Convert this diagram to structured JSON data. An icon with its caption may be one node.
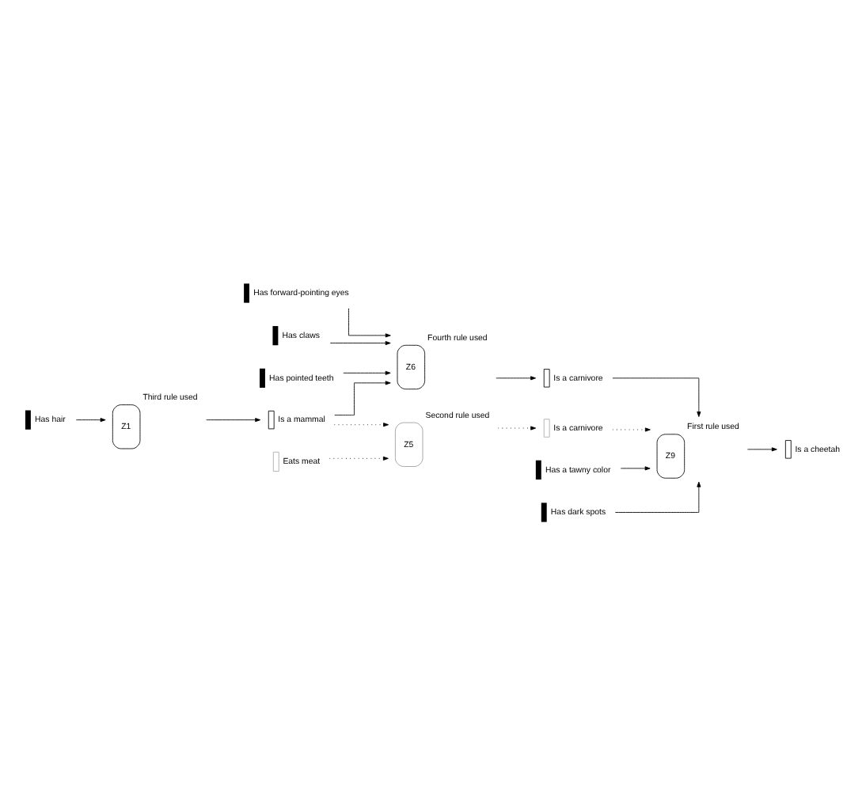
{
  "diagram": {
    "nodes": [
      {
        "text": [
          "Has forward-pointing eyes"
        ]
      },
      {
        "text": [
          "Has claws"
        ]
      },
      {
        "text": [
          "Has pointed teeth"
        ]
      },
      {
        "text": [
          "Has hair"
        ]
      },
      {
        "text": [
          "Z1"
        ],
        "beside": [
          "Third rule used"
        ]
      },
      {
        "text": [
          "Is a mammal"
        ]
      },
      {
        "text": [
          "Z6"
        ],
        "beside": [
          "Fourth rule used"
        ]
      },
      {
        "text": [
          "Is a carnivore"
        ]
      },
      {
        "text": [
          "Eats meat"
        ]
      },
      {
        "text": [
          "Z5"
        ],
        "beside": [
          "Second rule used"
        ]
      },
      {
        "text": [
          "Is a carnivore"
        ]
      },
      {
        "text": [
          "Has a tawny color"
        ]
      },
      {
        "text": [
          "Has dark spots"
        ]
      },
      {
        "text": [
          "Z9"
        ],
        "beside": [
          "First rule used"
        ]
      },
      {
        "text": [
          "Is a cheetah"
        ]
      }
    ],
    "edges": [
      {
        "from": 0,
        "to": 6,
        "arrow": "to"
      },
      {
        "from": 1,
        "to": 6,
        "arrow": "to"
      },
      {
        "from": 2,
        "to": 6,
        "arrow": "to"
      },
      {
        "from": 5,
        "to": 6,
        "arrow": "to"
      },
      {
        "from": 3,
        "to": 4,
        "arrow": "to"
      },
      {
        "from": 4,
        "to": 5,
        "arrow": "to"
      },
      {
        "from": 6,
        "to": 7,
        "arrow": "to"
      },
      {
        "from": 5,
        "to": 9,
        "arrow": "to",
        "style": "dashed"
      },
      {
        "from": 8,
        "to": 9,
        "arrow": "to",
        "style": "dashed"
      },
      {
        "from": 9,
        "to": 10,
        "arrow": "to",
        "style": "dashed"
      },
      {
        "from": 10,
        "to": 13,
        "arrow": "to",
        "style": "dashed"
      },
      {
        "from": 7,
        "to": 13,
        "arrow": "to"
      },
      {
        "from": 11,
        "to": 13,
        "arrow": "to"
      },
      {
        "from": 12,
        "to": 13,
        "arrow": "to"
      },
      {
        "from": 13,
        "to": 14,
        "arrow": "to"
      }
    ]
  }
}
